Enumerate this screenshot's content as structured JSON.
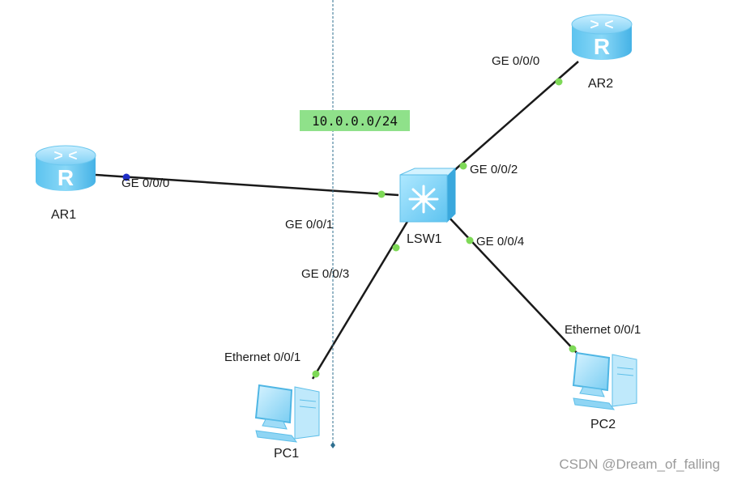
{
  "devices": {
    "ar1": {
      "name": "AR1",
      "icon": "router-icon"
    },
    "ar2": {
      "name": "AR2",
      "icon": "router-icon"
    },
    "lsw1": {
      "name": "LSW1",
      "icon": "switch-icon"
    },
    "pc1": {
      "name": "PC1",
      "icon": "pc-icon"
    },
    "pc2": {
      "name": "PC2",
      "icon": "pc-icon"
    }
  },
  "ports": {
    "ar1_ge000": "GE 0/0/0",
    "lsw1_ge001": "GE 0/0/1",
    "ar2_ge000": "GE 0/0/0",
    "lsw1_ge002": "GE 0/0/2",
    "lsw1_ge003": "GE 0/0/3",
    "pc1_eth": "Ethernet 0/0/1",
    "lsw1_ge004": "GE 0/0/4",
    "pc2_eth": "Ethernet 0/0/1"
  },
  "subnet_label": "10.0.0.0/24",
  "watermark": "CSDN @Dream_of_falling",
  "colors": {
    "link": "#1a1a1a",
    "port_dot": "#7ed957",
    "ar1_dot": "#1f2fc8",
    "subnet_bg": "#8fe18a",
    "guide": "#2f6f8f"
  }
}
